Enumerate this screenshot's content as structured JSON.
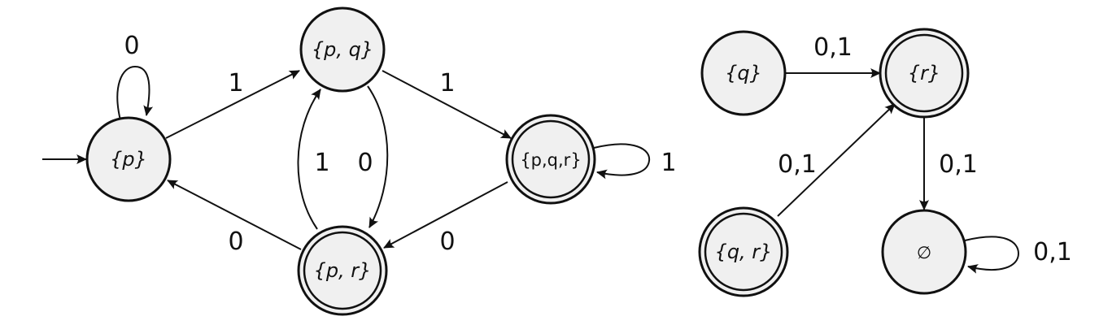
{
  "automaton_1": {
    "states": {
      "p": {
        "label": "{p}",
        "accepting": false,
        "initial": true
      },
      "pq": {
        "label": "{p, q}",
        "accepting": false,
        "initial": false
      },
      "pqr": {
        "label": "{p,q,r}",
        "accepting": true,
        "initial": false
      },
      "pr": {
        "label": "{p, r}",
        "accepting": true,
        "initial": false
      }
    },
    "transitions": [
      {
        "from": "{p}",
        "to": "{p}",
        "symbol": "0"
      },
      {
        "from": "{p}",
        "to": "{p, q}",
        "symbol": "1"
      },
      {
        "from": "{p, q}",
        "to": "{p,q,r}",
        "symbol": "1"
      },
      {
        "from": "{p, q}",
        "to": "{p, r}",
        "symbol": "0"
      },
      {
        "from": "{p, r}",
        "to": "{p, q}",
        "symbol": "1"
      },
      {
        "from": "{p, r}",
        "to": "{p}",
        "symbol": "0"
      },
      {
        "from": "{p,q,r}",
        "to": "{p,q,r}",
        "symbol": "1"
      },
      {
        "from": "{p,q,r}",
        "to": "{p, r}",
        "symbol": "0"
      }
    ]
  },
  "automaton_2": {
    "states": {
      "q": {
        "label": "{q}",
        "accepting": false
      },
      "r": {
        "label": "{r}",
        "accepting": true
      },
      "qr": {
        "label": "{q, r}",
        "accepting": true
      },
      "empty": {
        "label": "∅",
        "accepting": false
      }
    },
    "transitions": [
      {
        "from": "{q}",
        "to": "{r}",
        "symbol": "0,1"
      },
      {
        "from": "{q, r}",
        "to": "{r}",
        "symbol": "0,1"
      },
      {
        "from": "{r}",
        "to": "∅",
        "symbol": "0,1"
      },
      {
        "from": "∅",
        "to": "∅",
        "symbol": "0,1"
      }
    ]
  },
  "colors": {
    "state_fill": "#f0f0f0",
    "stroke": "#111111"
  }
}
